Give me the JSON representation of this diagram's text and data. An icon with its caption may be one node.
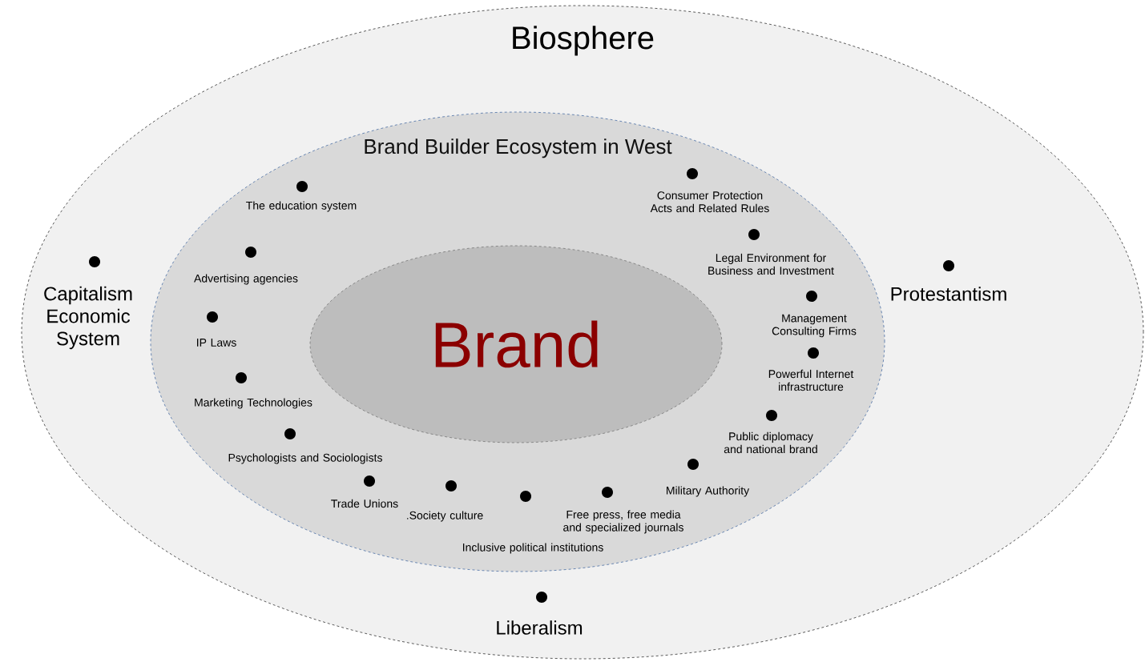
{
  "diagram": {
    "nodes": [
      {
        "text": [
          "Biosphere"
        ]
      },
      {
        "text": [
          "Brand Builder Ecosystem in West"
        ],
        "in": 0
      },
      {
        "text": [
          "Brand"
        ],
        "in": 1
      }
    ],
    "labels": [
      "The education system",
      "Consumer Protection Acts and Related Rules",
      "Advertising agencies",
      "Capitalism Economic System",
      "Legal Environment for Business and Investment",
      "Protestantism",
      "Management Consulting Firms",
      "IP Laws",
      "Powerful Internet infrastructure",
      "Marketing Technologies",
      "Public diplomacy and national brand",
      "Psychologists and Sociologists",
      "Military Authority",
      "Trade Unions",
      ".Society culture",
      "Free press, free media and specialized journals",
      "Inclusive political institutions",
      "Liberalism"
    ]
  }
}
